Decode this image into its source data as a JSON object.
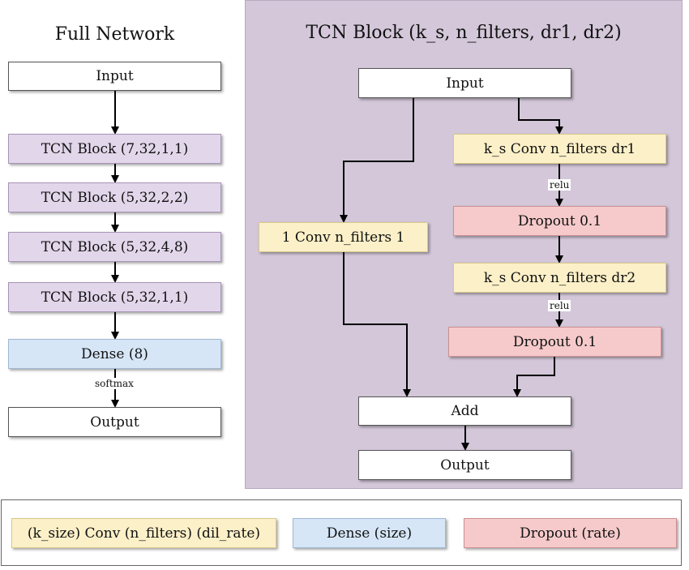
{
  "full_network": {
    "title": "Full Network",
    "nodes": {
      "input": "Input",
      "tcn1": "TCN Block (7,32,1,1)",
      "tcn2": "TCN Block (5,32,2,2)",
      "tcn3": "TCN Block (5,32,4,8)",
      "tcn4": "TCN Block (5,32,1,1)",
      "dense": "Dense (8)",
      "output": "Output"
    },
    "softmax_label": "softmax"
  },
  "tcn_block": {
    "title": "TCN Block (k_s, n_filters, dr1, dr2)",
    "nodes": {
      "input": "Input",
      "conv1": "k_s Conv n_filters dr1",
      "dropout1": "Dropout 0.1",
      "conv2": "k_s Conv n_filters dr2",
      "dropout2": "Dropout 0.1",
      "skip_conv": "1 Conv n_filters 1",
      "add": "Add",
      "output": "Output"
    },
    "relu_label": "relu"
  },
  "legend": {
    "conv": "(k_size) Conv (n_filters) (dil_rate)",
    "dense": "Dense (size)",
    "dropout": "Dropout (rate)"
  },
  "colors": {
    "panel": "#d3c7d9",
    "tcn_node": "#e2d6ea",
    "conv": "#fcf0c8",
    "dense": "#d6e6f7",
    "dropout": "#f6cacb"
  }
}
